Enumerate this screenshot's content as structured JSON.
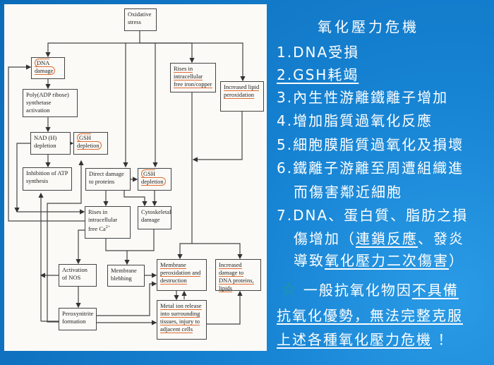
{
  "diagram": {
    "oxidative": "Oxidative stress",
    "dna": "DNA damage",
    "poly": "Poly(ADP ribose) synthetase activation",
    "nad": "NAD (H) depletion",
    "gsh1": "GSH depletion",
    "atp": "Inhibition of ATP synthesis",
    "direct": "Direct damage to proteins",
    "gsh2": "GSH depletion",
    "iron": "Rises in intracellular free iron/copper",
    "lipid": "Increased lipid peroxidation",
    "ca": "Rises in intracellular free Ca",
    "ca_sup": "2+",
    "cyto": "Cytoskeletal damage",
    "nos": "Activation of NOS",
    "bleb": "Membrane blebbing",
    "memb": "Membrane peroxidation and destruction",
    "incdmg": "Increased damage to DNA proteins, lipids",
    "peroxy": "Peroxynitrite formation",
    "metal": "Metal ion release into surrounding tissues, injury to adjacent cells"
  },
  "text": {
    "title": "氧化壓力危機",
    "l1": "1.DNA受損",
    "l2": "2.GSH耗竭",
    "l3": "3.內生性游離鐵離子增加",
    "l4": "4.增加脂質過氧化反應",
    "l5": "5.細胞膜脂質過氧化及損壞",
    "l6a": "6.鐵離子游離至周遭組織進",
    "l6b": "而傷害鄰近細胞",
    "l7a": "7.DNA、蛋白質、脂肪之損",
    "l7b1": "傷增加（",
    "l7b2": "連鎖反應",
    "l7b3": "、發炎",
    "l7c1": "導致",
    "l7c2": "氧化壓力二次傷害",
    "l7c3": "）",
    "s1a": "一般抗氧化物因",
    "s1b": "不具備",
    "s2": "抗氧化優勢，無法完整克服",
    "s3": "上述各種氧化壓力危機",
    "s3b": "！"
  }
}
